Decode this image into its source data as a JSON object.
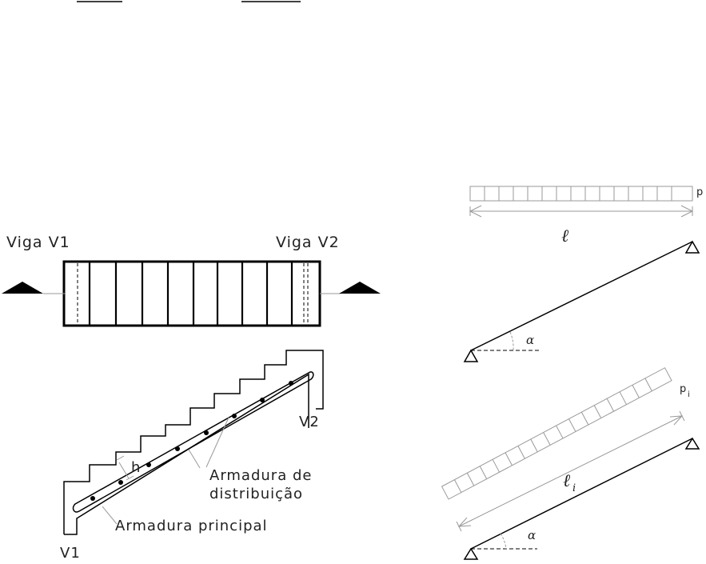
{
  "plan": {
    "beam_left_label": "Viga  V1",
    "beam_right_label": "Viga  V2"
  },
  "section": {
    "label_h": "h",
    "label_distribution": "Armadura de",
    "label_distribution_2": "distribuição",
    "label_principal": "Armadura principal",
    "label_v1": "V1",
    "label_v2": "V2"
  },
  "model_top": {
    "load_label": "p",
    "span_label": "ℓ",
    "angle_label": "α"
  },
  "model_bottom": {
    "load_label": "p",
    "load_sub": "i",
    "span_label": "ℓ",
    "span_sub": "i",
    "angle_label": "α"
  }
}
